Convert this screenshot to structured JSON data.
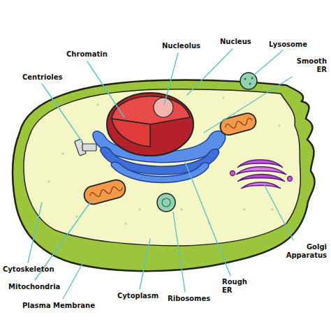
{
  "diagram": {
    "labels": [
      "Nucleolus",
      "Nucleus",
      "Lysosome",
      "Chromatin",
      "Smooth ER",
      "Centrioles",
      "Golgi Apparatus",
      "Cytoskeleton",
      "Rough ER",
      "Mitochondria",
      "Plasma Membrane",
      "Cytoplasm",
      "Ribosomes"
    ]
  }
}
